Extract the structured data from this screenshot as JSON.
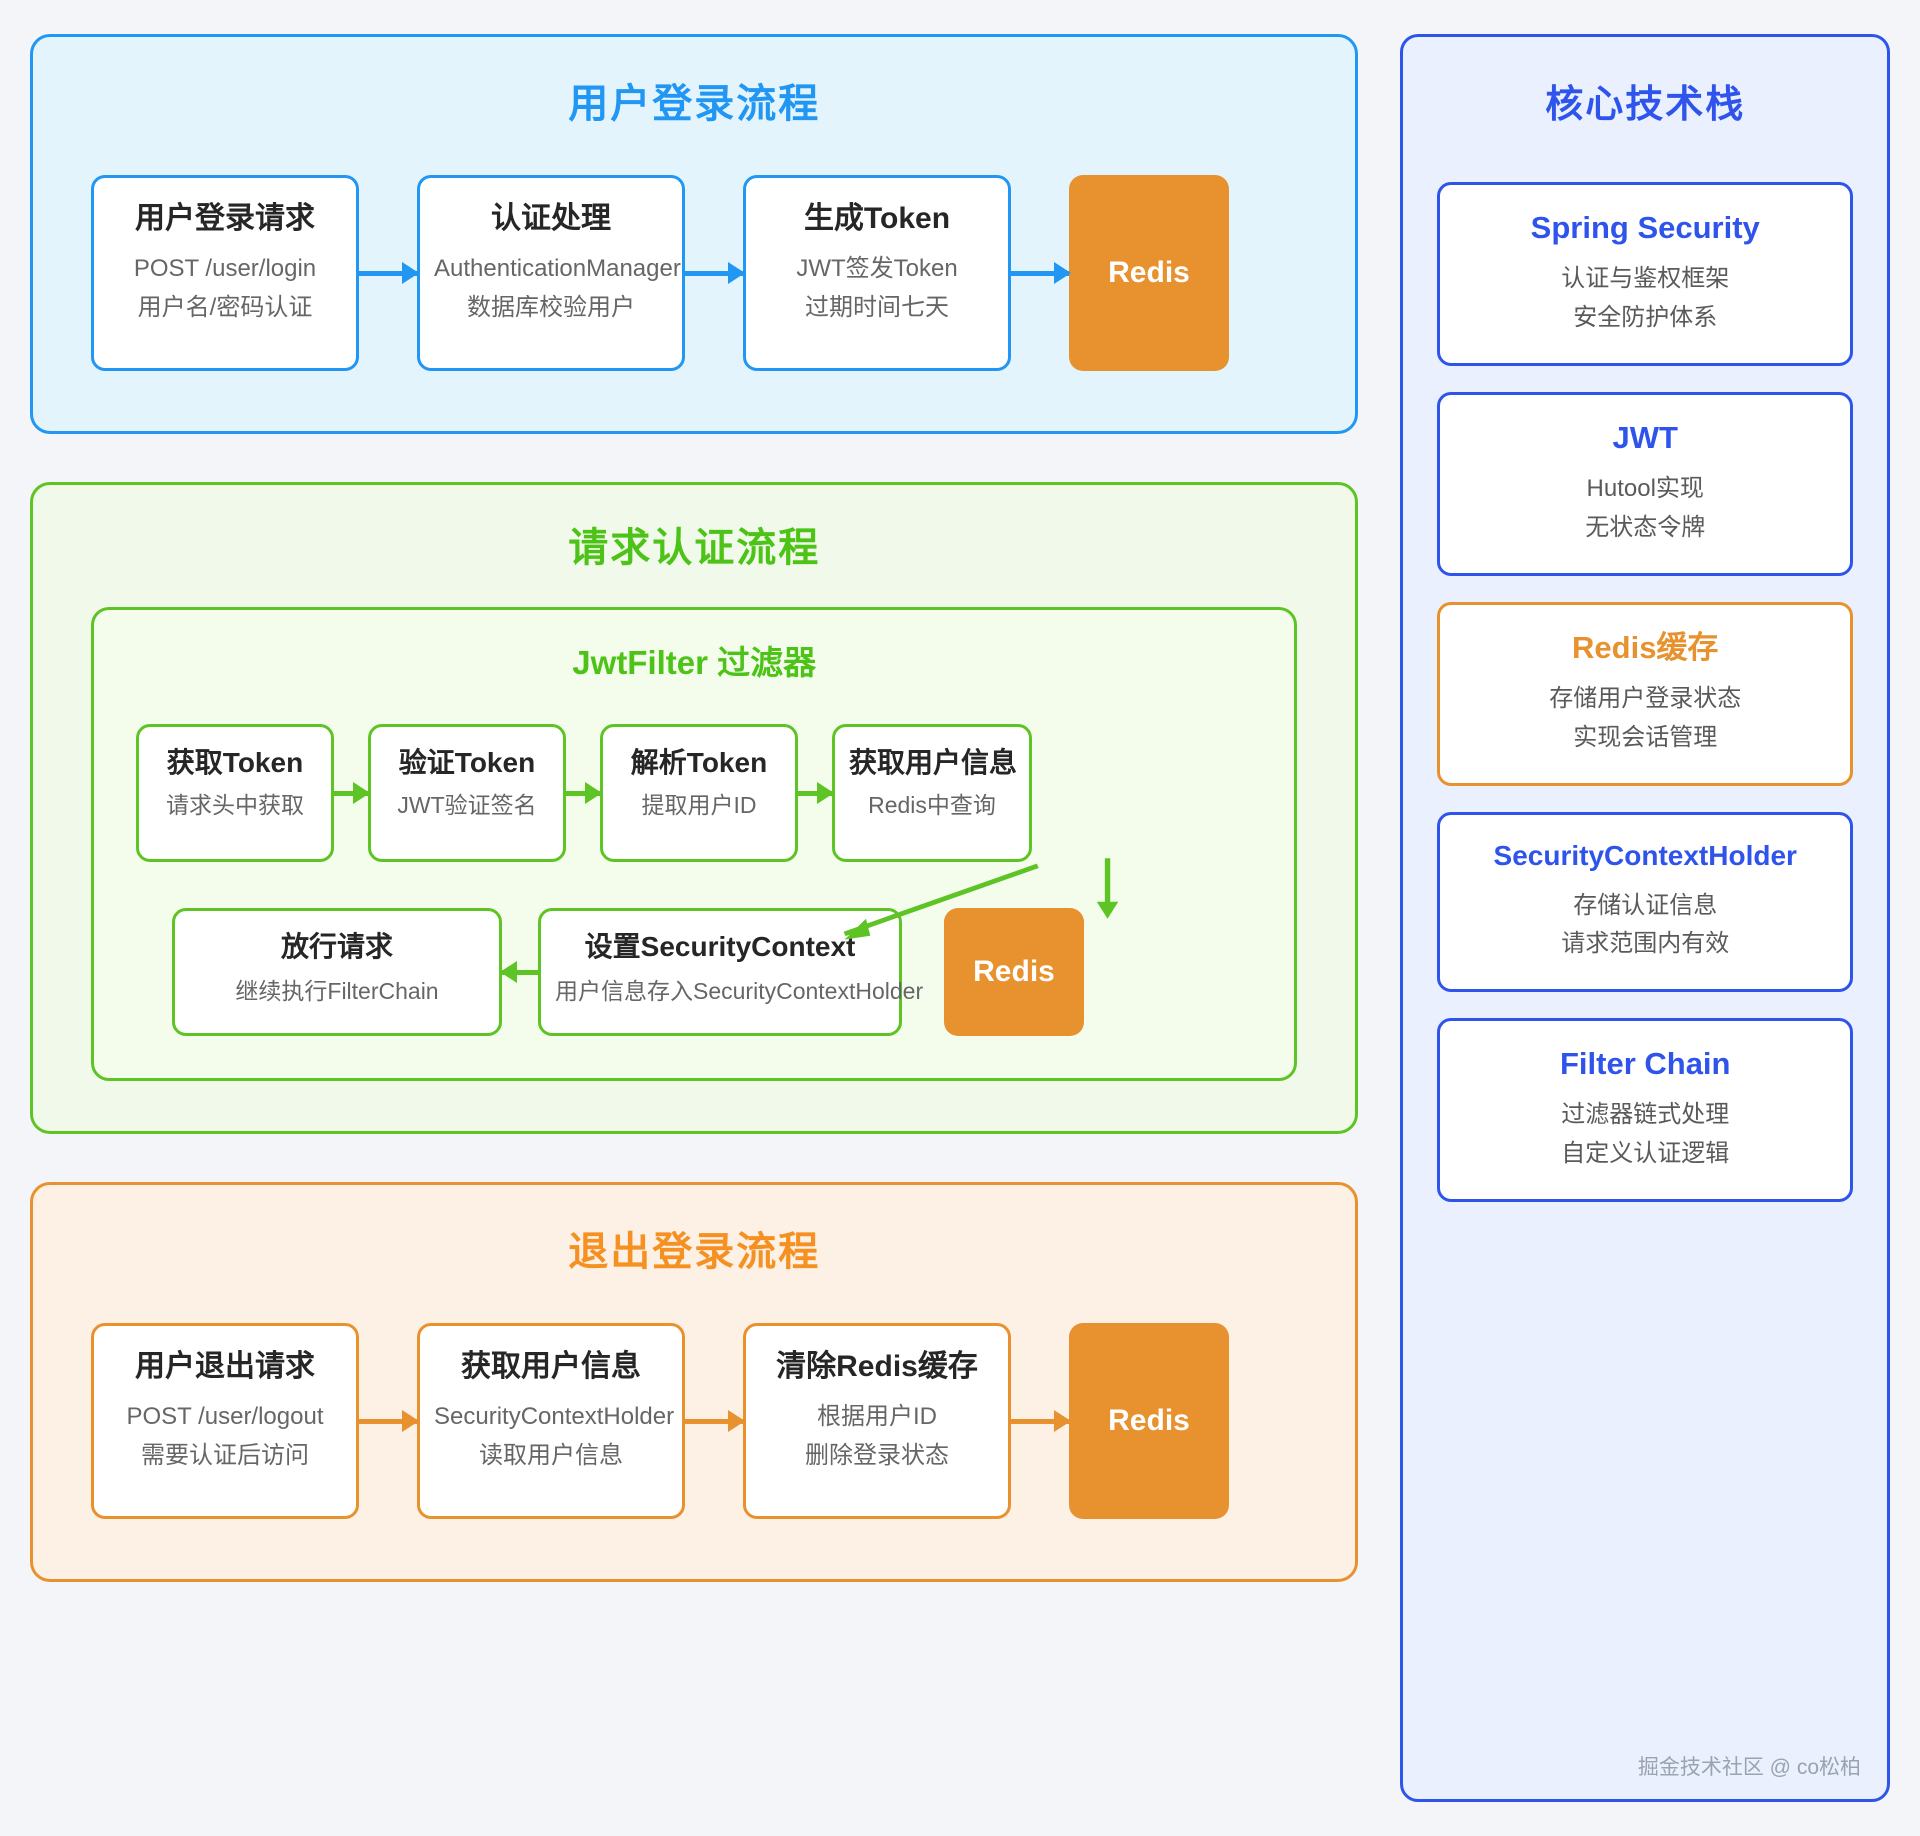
{
  "login": {
    "title": "用户登录流程",
    "steps": [
      {
        "title": "用户登录请求",
        "sub1": "POST /user/login",
        "sub2": "用户名/密码认证"
      },
      {
        "title": "认证处理",
        "sub1": "AuthenticationManager",
        "sub2": "数据库校验用户"
      },
      {
        "title": "生成Token",
        "sub1": "JWT签发Token",
        "sub2": "过期时间七天"
      }
    ],
    "store_label": "Redis",
    "accent": "#2196f3",
    "bg": "#e3f4fd"
  },
  "auth": {
    "title": "请求认证流程",
    "filter_title": "JwtFilter 过滤器",
    "row1": [
      {
        "title": "获取Token",
        "sub": "请求头中获取"
      },
      {
        "title": "验证Token",
        "sub": "JWT验证签名"
      },
      {
        "title": "解析Token",
        "sub": "提取用户ID"
      },
      {
        "title": "获取用户信息",
        "sub": "Redis中查询"
      }
    ],
    "row2": [
      {
        "title": "放行请求",
        "sub": "继续执行FilterChain"
      },
      {
        "title": "设置SecurityContext",
        "sub": "用户信息存入SecurityContextHolder"
      }
    ],
    "store_label": "Redis",
    "accent": "#5ec425",
    "bg": "#f1faea"
  },
  "logout": {
    "title": "退出登录流程",
    "steps": [
      {
        "title": "用户退出请求",
        "sub1": "POST /user/logout",
        "sub2": "需要认证后访问"
      },
      {
        "title": "获取用户信息",
        "sub1": "SecurityContextHolder",
        "sub2": "读取用户信息"
      },
      {
        "title": "清除Redis缓存",
        "sub1": "根据用户ID",
        "sub2": "删除登录状态"
      }
    ],
    "store_label": "Redis",
    "accent": "#e8922f",
    "bg": "#fdf0e4"
  },
  "tech": {
    "title": "核心技术栈",
    "accent": "#2f54eb",
    "cards": [
      {
        "name": "Spring Security",
        "desc1": "认证与鉴权框架",
        "desc2": "安全防护体系",
        "color": "#2f54eb"
      },
      {
        "name": "JWT",
        "desc1": "Hutool实现",
        "desc2": "无状态令牌",
        "color": "#2f54eb"
      },
      {
        "name": "Redis缓存",
        "desc1": "存储用户登录状态",
        "desc2": "实现会话管理",
        "color": "#e8922f"
      },
      {
        "name": "SecurityContextHolder",
        "desc1": "存储认证信息",
        "desc2": "请求范围内有效",
        "color": "#2f54eb"
      },
      {
        "name": "Filter Chain",
        "desc1": "过滤器链式处理",
        "desc2": "自定义认证逻辑",
        "color": "#2f54eb"
      }
    ],
    "watermark": "掘金技术社区 @ co松柏"
  }
}
